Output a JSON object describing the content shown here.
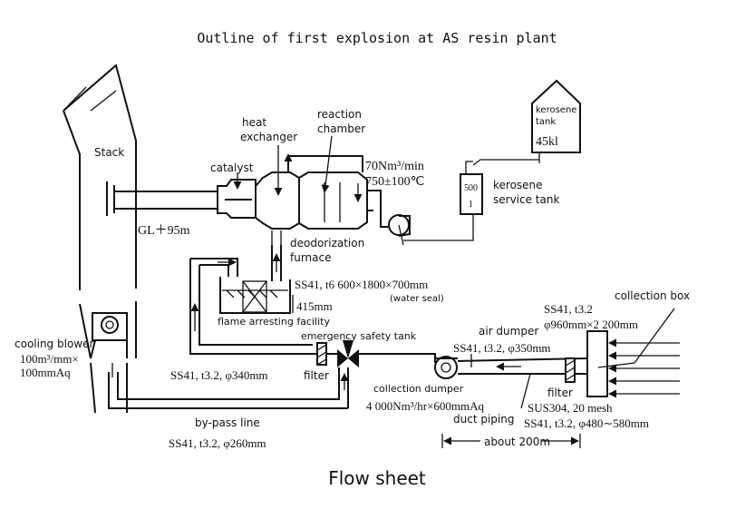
{
  "title": "Outline of first explosion at AS resin plant",
  "caption": "Flow sheet",
  "colors": {
    "line": "#111111",
    "background": "#ffffff"
  },
  "labels": {
    "stack": "Stack",
    "gl": "GL＋95m",
    "catalyst": "catalyst",
    "heat_exchanger_1": "heat",
    "heat_exchanger_2": "exchanger",
    "reaction_chamber_1": "reaction",
    "reaction_chamber_2": "chamber",
    "flow_rate": "70Nm³/min",
    "temperature": "750±100℃",
    "kerosene_tank_1": "kerosene",
    "kerosene_tank_2": "tank",
    "kerosene_tank_volume": "45kl",
    "service_tank_volume_num": "500",
    "service_tank_volume_unit": "l",
    "kerosene_service_tank_1": "kerosene",
    "kerosene_service_tank_2": "service tank",
    "deodorization_furnace_1": "deodorization",
    "deodorization_furnace_2": "furnace",
    "seal_spec": "SS41, t6  600×1800×700mm",
    "water_seal": "(water seal)",
    "seal_height": "415mm",
    "flame_arresting": "flame arresting facility",
    "emergency_tank": "emergency safety tank",
    "cooling_blower": "cooling blower",
    "blower_spec_1": "100m³/mm×",
    "blower_spec_2": "100mmAq",
    "left_pipe_spec": "SS41, t3.2, φ340mm",
    "filter_left": "filter",
    "bypass_line": "by-pass line",
    "bypass_spec": "SS41, t3.2, φ260mm",
    "collection_dumper": "collection dumper",
    "collection_dumper_spec": "4 000Nm³/hr×600mmAq",
    "air_dumper": "air dumper",
    "air_dumper_spec": "SS41, t3.2, φ350mm",
    "duct_piping": "duct piping",
    "duct_spec": "SS41, t3.2, φ480∼580mm",
    "about_length": "about 200m",
    "box_spec_1": "SS41, t3.2",
    "box_spec_2": "φ960mm×2 200mm",
    "collection_box": "collection box",
    "filter_right": "filter",
    "sus_mesh": "SUS304, 20 mesh"
  }
}
